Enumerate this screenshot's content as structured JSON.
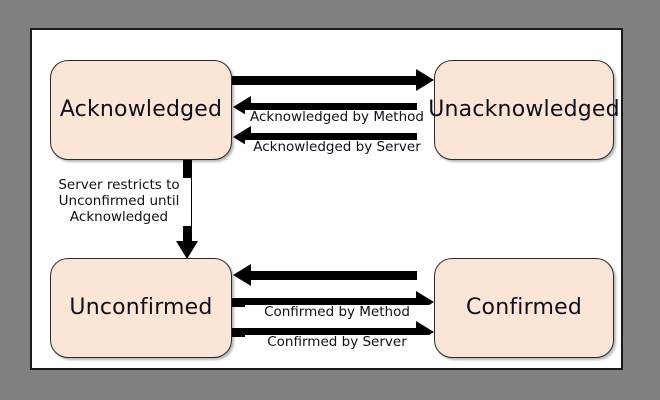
{
  "diagram": {
    "title": "Message acknowledgement and confirmation state diagram",
    "background_color": "#808080",
    "frame_color": "#ffffff",
    "node_fill": "#fbe5d6",
    "node_border": "#2b2b2b",
    "arrow_color": "#000000",
    "nodes": [
      {
        "id": "acknowledged",
        "label": "Acknowledged"
      },
      {
        "id": "unacknowledged",
        "label": "Unacknowledged"
      },
      {
        "id": "unconfirmed",
        "label": "Unconfirmed"
      },
      {
        "id": "confirmed",
        "label": "Confirmed"
      }
    ],
    "edges": [
      {
        "id": "ack-to-unack",
        "from": "acknowledged",
        "to": "unacknowledged",
        "direction": "right",
        "label": ""
      },
      {
        "id": "unack-method",
        "from": "unacknowledged",
        "to": "acknowledged",
        "direction": "left",
        "label": "Acknowledged by Method"
      },
      {
        "id": "unack-server",
        "from": "unacknowledged",
        "to": "acknowledged",
        "direction": "left",
        "label": "Acknowledged by Server"
      },
      {
        "id": "ack-to-unconf",
        "from": "acknowledged",
        "to": "unconfirmed",
        "direction": "down",
        "label": "Server restricts to Unconfirmed until Acknowledged"
      },
      {
        "id": "conf-to-unconf",
        "from": "confirmed",
        "to": "unconfirmed",
        "direction": "left",
        "label": ""
      },
      {
        "id": "unconf-method",
        "from": "unconfirmed",
        "to": "confirmed",
        "direction": "right",
        "label": "Confirmed by Method"
      },
      {
        "id": "unconf-server",
        "from": "unconfirmed",
        "to": "confirmed",
        "direction": "right",
        "label": "Confirmed by Server"
      }
    ],
    "labels": {
      "acknowledged": "Acknowledged",
      "unacknowledged": "Unacknowledged",
      "unconfirmed": "Unconfirmed",
      "confirmed": "Confirmed",
      "acknowledged_by_method": "Acknowledged by Method",
      "acknowledged_by_server": "Acknowledged by Server",
      "confirmed_by_method": "Confirmed by Method",
      "confirmed_by_server": "Confirmed by Server",
      "server_restricts_line1": "Server restricts to",
      "server_restricts_line2": "Unconfirmed until",
      "server_restricts_line3": "Acknowledged"
    }
  }
}
